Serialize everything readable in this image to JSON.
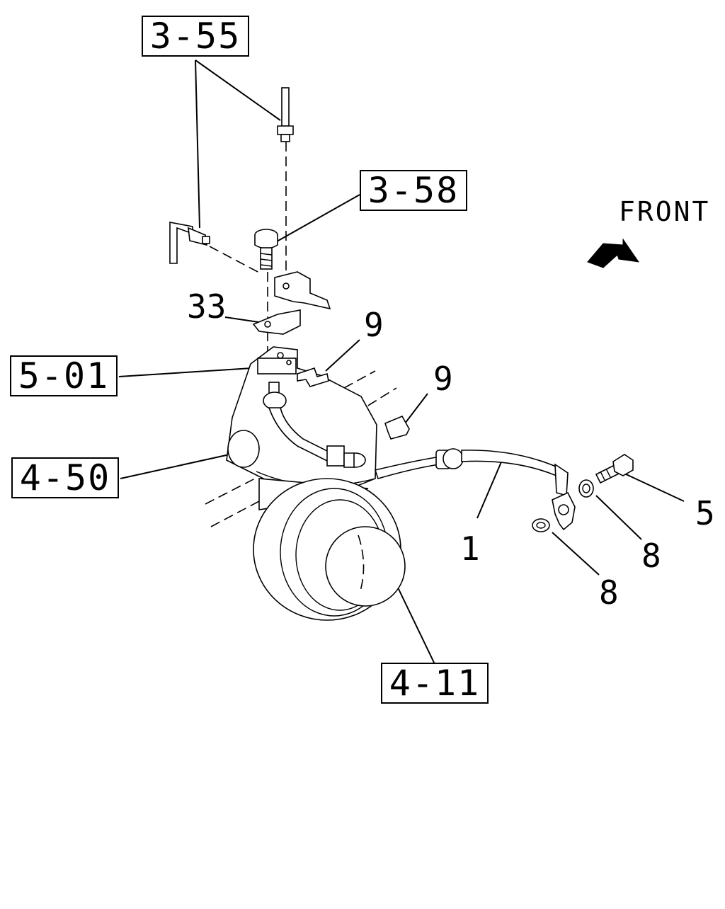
{
  "diagram": {
    "direction_label": "FRONT",
    "boxed_refs": {
      "ref_3_55": "3-55",
      "ref_3_58": "3-58",
      "ref_5_01": "5-01",
      "ref_4_50": "4-50",
      "ref_4_11": "4-11"
    },
    "plain_refs": {
      "ref_33": "33",
      "ref_9_a": "9",
      "ref_9_b": "9",
      "ref_1": "1",
      "ref_5": "5",
      "ref_8_a": "8",
      "ref_8_b": "8"
    }
  }
}
